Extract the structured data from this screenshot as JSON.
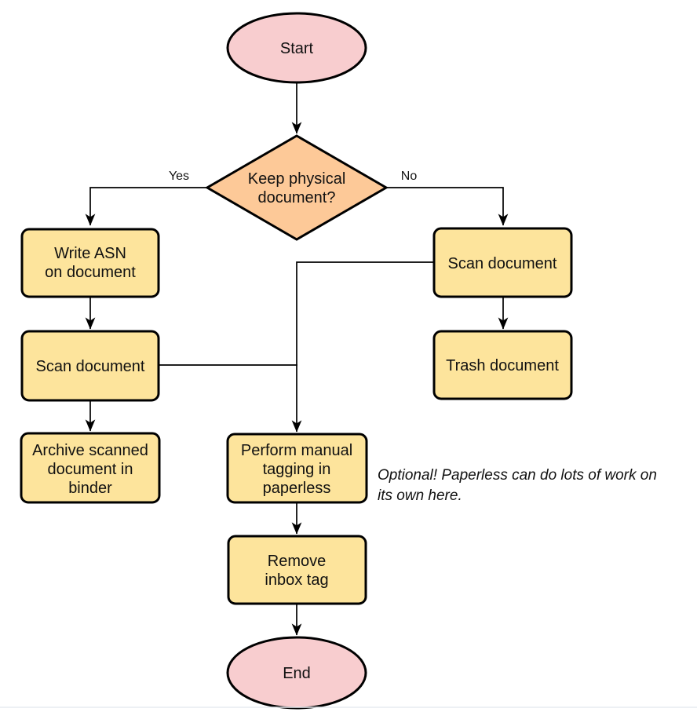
{
  "colors": {
    "terminal_fill": "#f8cdcf",
    "decision_fill": "#fdc998",
    "process_fill": "#fde49c",
    "line_color": "#000000"
  },
  "nodes": {
    "start": {
      "label": "Start"
    },
    "decision": {
      "line1": "Keep physical",
      "line2": "document?"
    },
    "write_asn": {
      "line1": "Write ASN",
      "line2": "on document"
    },
    "scan_left": {
      "label": "Scan document"
    },
    "archive": {
      "line1": "Archive scanned",
      "line2": "document in",
      "line3": "binder"
    },
    "scan_right": {
      "label": "Scan document"
    },
    "trash": {
      "label": "Trash document"
    },
    "manual_tagging": {
      "line1": "Perform manual",
      "line2": "tagging in",
      "line3": "paperless"
    },
    "remove_inbox_tag": {
      "line1": "Remove",
      "line2": "inbox tag"
    },
    "end": {
      "label": "End"
    }
  },
  "edge_labels": {
    "yes": "Yes",
    "no": "No"
  },
  "annotation": {
    "line1": "Optional! Paperless can do lots of work on",
    "line2": "its own here."
  }
}
